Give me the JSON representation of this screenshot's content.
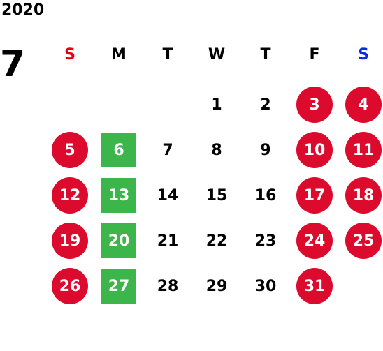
{
  "year": "2020",
  "month": "7",
  "weekdays": [
    "S",
    "M",
    "T",
    "W",
    "T",
    "F",
    "S"
  ],
  "weekday_colors": [
    "#e8000f",
    "#000000",
    "#000000",
    "#000000",
    "#000000",
    "#000000",
    "#0b2ae0"
  ],
  "colors": {
    "holiday_circle": "#dc0a2d",
    "green_box": "#3cb64b",
    "text": "#000000"
  },
  "weeks": [
    [
      {
        "d": ""
      },
      {
        "d": ""
      },
      {
        "d": ""
      },
      {
        "d": "1"
      },
      {
        "d": "2"
      },
      {
        "d": "3",
        "mark": "red"
      },
      {
        "d": "4",
        "mark": "red"
      }
    ],
    [
      {
        "d": "5",
        "mark": "red"
      },
      {
        "d": "6",
        "mark": "green"
      },
      {
        "d": "7"
      },
      {
        "d": "8"
      },
      {
        "d": "9"
      },
      {
        "d": "10",
        "mark": "red"
      },
      {
        "d": "11",
        "mark": "red"
      }
    ],
    [
      {
        "d": "12",
        "mark": "red"
      },
      {
        "d": "13",
        "mark": "green"
      },
      {
        "d": "14"
      },
      {
        "d": "15"
      },
      {
        "d": "16"
      },
      {
        "d": "17",
        "mark": "red"
      },
      {
        "d": "18",
        "mark": "red"
      }
    ],
    [
      {
        "d": "19",
        "mark": "red"
      },
      {
        "d": "20",
        "mark": "green"
      },
      {
        "d": "21"
      },
      {
        "d": "22"
      },
      {
        "d": "23"
      },
      {
        "d": "24",
        "mark": "red"
      },
      {
        "d": "25",
        "mark": "red"
      }
    ],
    [
      {
        "d": "26",
        "mark": "red"
      },
      {
        "d": "27",
        "mark": "green"
      },
      {
        "d": "28"
      },
      {
        "d": "29"
      },
      {
        "d": "30"
      },
      {
        "d": "31",
        "mark": "red"
      },
      {
        "d": ""
      }
    ]
  ]
}
